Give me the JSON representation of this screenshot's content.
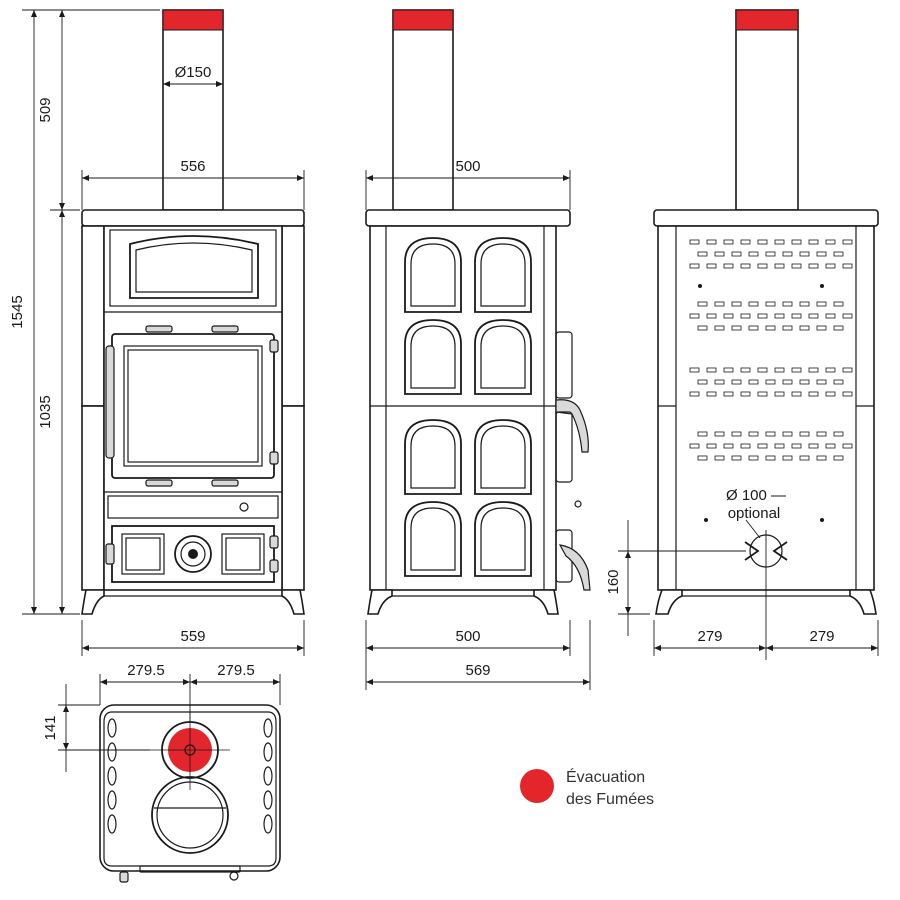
{
  "colors": {
    "flue_red": "#e3262b",
    "line": "#1a1a1a"
  },
  "dimensions": {
    "flue_height": "509",
    "total_height": "1545",
    "body_height": "1035",
    "flue_diameter": "Ø150",
    "front_top_width": "556",
    "front_base_width": "559",
    "side_top_width": "500",
    "side_base_width": "500",
    "side_total_depth": "569",
    "rear_outlet_diameter": "Ø 100 —",
    "rear_outlet_note": "optional",
    "rear_outlet_height": "160",
    "rear_left": "279",
    "rear_right": "279",
    "top_left": "279.5",
    "top_right": "279.5",
    "top_offset": "141"
  },
  "legend": {
    "line1": "Évacuation",
    "line2": "des Fumées"
  }
}
